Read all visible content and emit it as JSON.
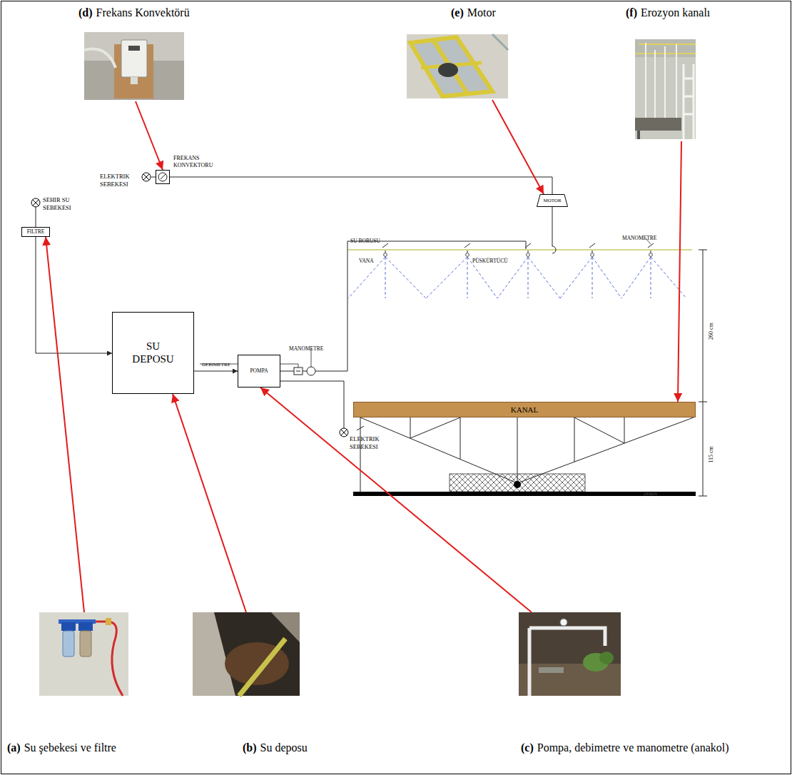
{
  "diagram": {
    "nodes": [
      {
        "text": [
          "(d)",
          "Frekans Konvektörü"
        ]
      },
      {
        "text": [
          "(e)",
          "Motor"
        ]
      },
      {
        "text": [
          "(f)",
          "Erozyon kanalı"
        ]
      },
      {
        "text": [
          "ELEKTRIK SEBEKESI"
        ]
      },
      {
        "text": [
          "FREKANS KONVEKTORU"
        ]
      },
      {
        "text": [
          "MOTOR"
        ]
      },
      {
        "text": [
          "SEHIR SU SEBEKESI"
        ]
      },
      {
        "text": [
          "FILTRE"
        ]
      },
      {
        "text": [
          "SU DEPOSU"
        ]
      },
      {
        "text": [
          "POMPA"
        ]
      },
      {
        "text": [
          "KANAL"
        ]
      },
      {
        "text": [
          "ELEKTRIK SEBEKESI"
        ]
      },
      {
        "text": [
          "(a)",
          "Su şebekesi ve filtre"
        ]
      },
      {
        "text": [
          "(b)",
          "Su deposu"
        ]
      },
      {
        "text": [
          "(c)",
          "Pompa, debimetre ve manometre (anakol)"
        ]
      }
    ],
    "edges": [
      {
        "from": 3,
        "to": 4,
        "arrow": "none"
      },
      {
        "from": 4,
        "to": 5,
        "arrow": "none"
      },
      {
        "from": 6,
        "to": 7,
        "arrow": "none"
      },
      {
        "from": 7,
        "to": 8,
        "arrow": "to"
      },
      {
        "from": 8,
        "to": 9,
        "arrow": "to"
      },
      {
        "from": 9,
        "to": 11,
        "arrow": "none"
      },
      {
        "from": 0,
        "to": 4,
        "arrow": "to"
      },
      {
        "from": 1,
        "to": 5,
        "arrow": "to"
      },
      {
        "from": 2,
        "to": 10,
        "arrow": "to"
      },
      {
        "from": 12,
        "to": 7,
        "arrow": "to"
      },
      {
        "from": 13,
        "to": 8,
        "arrow": "to"
      },
      {
        "from": 14,
        "to": 9,
        "arrow": "to"
      }
    ],
    "labels": [
      "SU BORUSU",
      "VANA",
      "PÜSKÜRTÜCÜ",
      "MANOMETRE",
      "260 cm",
      "115 cm",
      "ZEMIN",
      "DEBIMETRE",
      "MANOMETRE"
    ]
  }
}
